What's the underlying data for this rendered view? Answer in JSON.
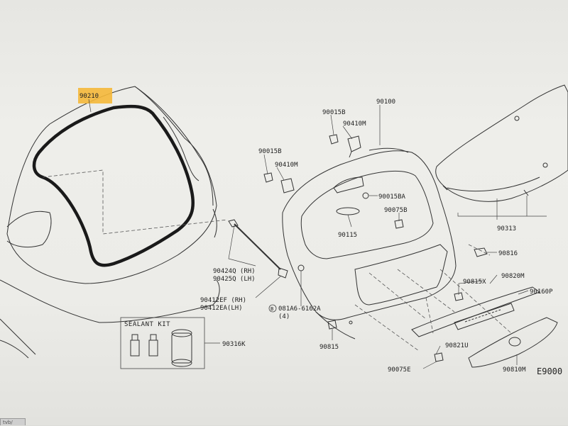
{
  "labels": {
    "seal": "90210",
    "back_door": "90100",
    "clip_upper": "90015B",
    "hinge_upper": "90410M",
    "clip_left": "90015B",
    "hinge_left": "90410M",
    "clip_right": "90015BA",
    "bumper_rubber": "90075B",
    "handle": "90115",
    "glass": "90313",
    "washer_nozzle": "90816",
    "stay_rh": "90424Q (RH)",
    "stay_lh": "90425Q (LH)",
    "bracket_rh": "90412EF (RH)",
    "bracket_lh": "90412EA(LH)",
    "bolt": "081A6-6162A",
    "bolt_qty": "(4)",
    "finisher_clip": "90815X",
    "garnish": "90820M",
    "emblem_backing": "90160P",
    "sealant_kit_number": "90316K",
    "switch": "90815",
    "garnish_lower": "90821U",
    "bumper_lower": "90075E",
    "emblem": "90810M",
    "diagram_code": "E9000"
  },
  "sealant_kit_title": "SEALANT KIT",
  "highlight_color": "#f5b83a",
  "corner_tab": "tvb/"
}
